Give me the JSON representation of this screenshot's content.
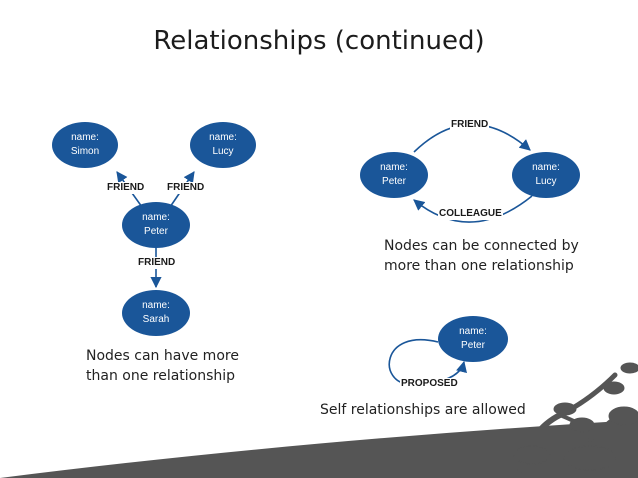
{
  "title": "Relationships (continued)",
  "colors": {
    "node": "#1a5699",
    "edge": "#1a5699",
    "decor": "#555555"
  },
  "diagram_left": {
    "nodes": [
      {
        "id": "simon",
        "line1": "name:",
        "line2": "Simon"
      },
      {
        "id": "lucy",
        "line1": "name:",
        "line2": "Lucy"
      },
      {
        "id": "peter",
        "line1": "name:",
        "line2": "Peter"
      },
      {
        "id": "sarah",
        "line1": "name:",
        "line2": "Sarah"
      }
    ],
    "relationships": [
      {
        "from": "peter",
        "to": "simon",
        "type": "FRIEND"
      },
      {
        "from": "peter",
        "to": "lucy",
        "type": "FRIEND"
      },
      {
        "from": "peter",
        "to": "sarah",
        "type": "FRIEND"
      }
    ],
    "caption_line1": "Nodes can have more",
    "caption_line2": "than one relationship"
  },
  "diagram_right": {
    "nodes": [
      {
        "id": "peter",
        "line1": "name:",
        "line2": "Peter"
      },
      {
        "id": "lucy",
        "line1": "name:",
        "line2": "Lucy"
      }
    ],
    "relationships": [
      {
        "from": "peter",
        "to": "lucy",
        "type": "FRIEND"
      },
      {
        "from": "lucy",
        "to": "peter",
        "type": "COLLEAGUE"
      }
    ],
    "caption_line1": "Nodes can be connected by",
    "caption_line2": "more than one relationship"
  },
  "diagram_self": {
    "node": {
      "id": "peter",
      "line1": "name:",
      "line2": "Peter"
    },
    "relationship": {
      "from": "peter",
      "to": "peter",
      "type": "PROPOSED"
    },
    "caption": "Self relationships are allowed"
  }
}
